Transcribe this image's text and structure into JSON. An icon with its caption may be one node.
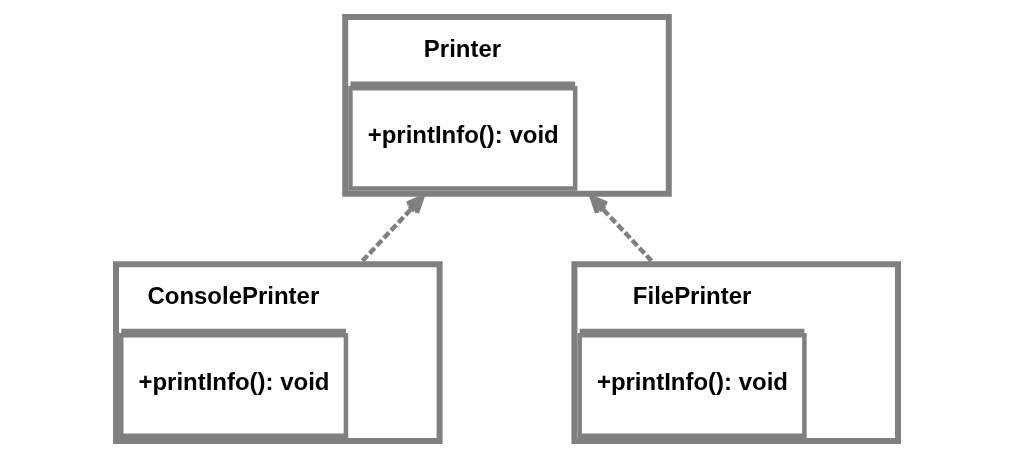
{
  "diagram": {
    "nodes": [
      {
        "text": [
          "Printer",
          "+printInfo(): void"
        ]
      },
      {
        "text": [
          "ConsolePrinter",
          "+printInfo(): void"
        ]
      },
      {
        "text": [
          "FilePrinter",
          "+printInfo(): void"
        ]
      }
    ],
    "edges": [
      {
        "from": 1,
        "to": 0,
        "arrow": "to",
        "style": "dashed"
      },
      {
        "from": 2,
        "to": 0,
        "arrow": "to",
        "style": "dashed"
      }
    ]
  }
}
